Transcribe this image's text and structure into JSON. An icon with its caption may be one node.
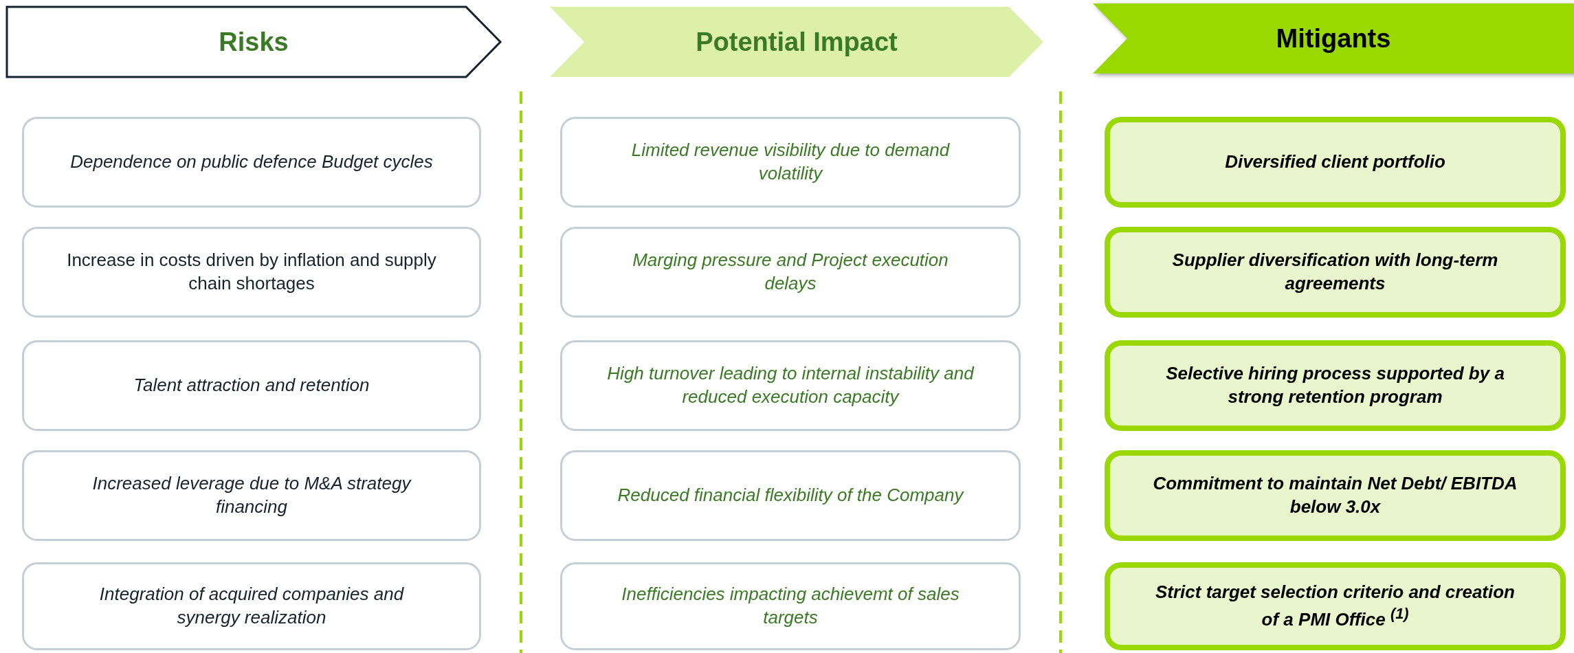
{
  "diagram": {
    "nodes": [
      {
        "text": [
          "Risks"
        ]
      },
      {
        "text": [
          "Potential Impact"
        ]
      },
      {
        "text": [
          "Mitigants"
        ]
      },
      {
        "text": [
          "Dependence on public defence Budget cycles"
        ]
      },
      {
        "text": [
          "Limited revenue visibility due to demand volatility"
        ]
      },
      {
        "text": [
          "Diversified client portfolio"
        ]
      },
      {
        "text": [
          "Increase in costs driven by inflation and supply chain shortages"
        ]
      },
      {
        "text": [
          "Marging pressure and Project execution delays"
        ]
      },
      {
        "text": [
          "Supplier diversification with long-term agreements"
        ]
      },
      {
        "text": [
          "Talent attraction and retention"
        ]
      },
      {
        "text": [
          "High turnover leading to internal instability and reduced execution capacity"
        ]
      },
      {
        "text": [
          "Selective hiring process supported by a strong retention program"
        ]
      },
      {
        "text": [
          "Increased leverage due to M&A strategy financing"
        ]
      },
      {
        "text": [
          "Reduced financial flexibility of the Company"
        ]
      },
      {
        "text": [
          "Commitment to maintain Net Debt/ EBITDA below 3.0x"
        ]
      },
      {
        "text": [
          "Integration of acquired companies and synergy realization"
        ]
      },
      {
        "text": [
          "Inefficiencies impacting achievemt of sales targets"
        ]
      },
      {
        "text": [
          "Strict target selection criterio and creation of a PMI Office $^{(1)}$"
        ]
      }
    ]
  }
}
